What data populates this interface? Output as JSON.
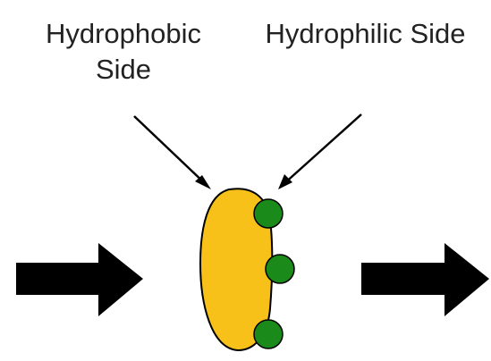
{
  "labels": {
    "hydrophobic_line1": "Hydrophobic",
    "hydrophobic_line2": "Side",
    "hydrophilic": "Hydrophilic Side"
  },
  "colors": {
    "hydrophobic_body": "#f7c11a",
    "hydrophilic_head": "#1a8a1a",
    "outline": "#000000",
    "arrow": "#000000",
    "text": "#222222"
  }
}
